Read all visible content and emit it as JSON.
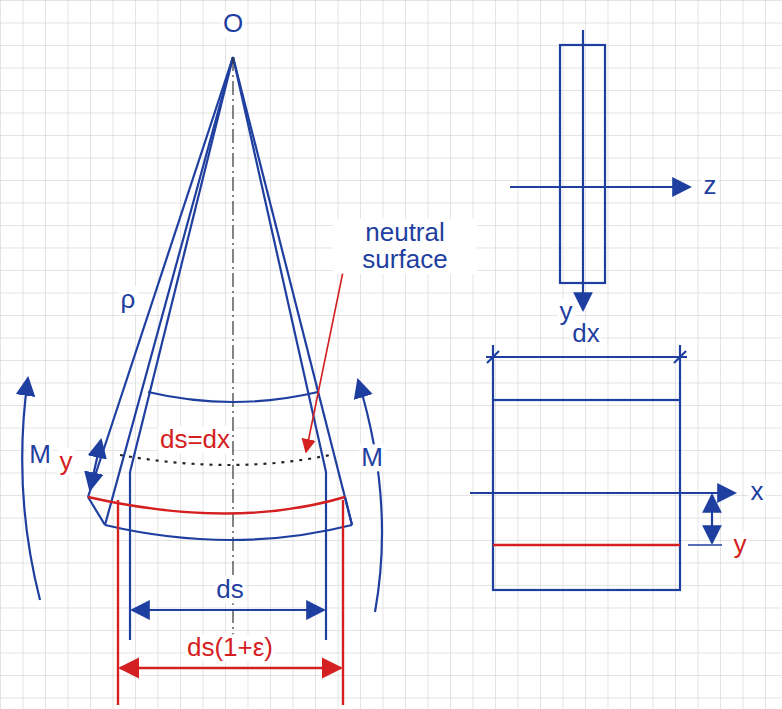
{
  "diagram": {
    "labels": [
      "O",
      "ρ",
      "neutral surface",
      "M",
      "y",
      "ds=dx",
      "M",
      "ds",
      "ds(1+ε)",
      "z",
      "y",
      "dx",
      "x",
      "y"
    ]
  }
}
